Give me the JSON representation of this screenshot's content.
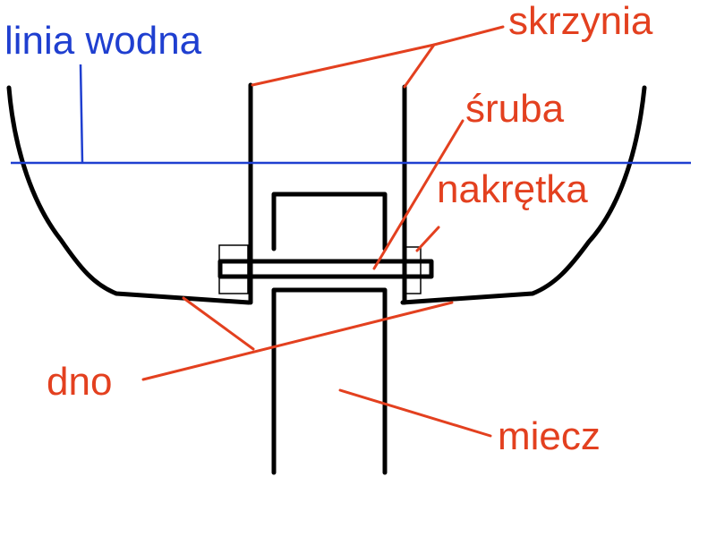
{
  "colors": {
    "water": "#1f3fd0",
    "label": "#e3401f",
    "outline": "#000000"
  },
  "labels": {
    "water_line": "linia wodna",
    "trunk": "skrzynia",
    "bolt": "śruba",
    "nut": "nakrętka",
    "bottom": "dno",
    "centreboard": "miecz"
  }
}
